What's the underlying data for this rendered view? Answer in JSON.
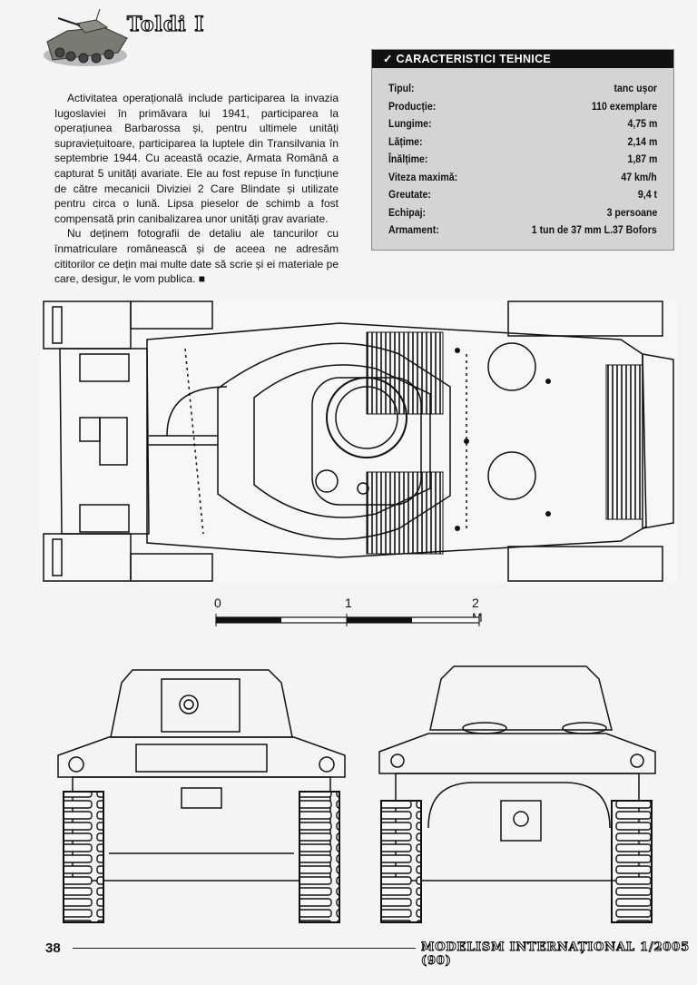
{
  "header": {
    "title": "Toldi I"
  },
  "intro": {
    "p1": "Activitatea operațională include participarea la invazia Iugoslaviei în primăvara lui 1941, participarea la operațiunea Barbarossa și, pentru ultimele unități supraviețuitoare, participarea la luptele din Transilvania în septembrie 1944. Cu această ocazie, Armata Română a capturat 5 unități avariate. Ele au fost repuse în funcțiune de către mecanicii Diviziei 2 Care Blindate și utilizate pentru circa o lună. Lipsa pieselor de schimb a fost compensată prin canibalizarea unor unități grav avariate.",
    "p2": "Nu deținem fotografii de detaliu ale tancurilor cu înmatriculare românească și de aceea ne adresăm cititorilor ce dețin mai multe date să scrie și ei materiale pe care, desigur, le vom publica. ■"
  },
  "specs": {
    "heading": "✓ CARACTERISTICI TEHNICE",
    "rows": [
      {
        "label": "Tipul:",
        "value": "tanc ușor"
      },
      {
        "label": "Producție:",
        "value": "110 exemplare"
      },
      {
        "label": "Lungime:",
        "value": "4,75 m"
      },
      {
        "label": "Lățime:",
        "value": "2,14 m"
      },
      {
        "label": "Înălțime:",
        "value": "1,87 m"
      },
      {
        "label": "Viteza maximă:",
        "value": "47 km/h"
      },
      {
        "label": "Greutate:",
        "value": "9,4 t"
      },
      {
        "label": "Echipaj:",
        "value": "3 persoane"
      },
      {
        "label": "Armament:",
        "value": "1 tun de 37 mm L.37 Bofors"
      }
    ]
  },
  "scale": {
    "zero": "0",
    "one": "1",
    "two": "2 M"
  },
  "footer": {
    "page": "38",
    "magazine": "MODELISM INTERNAȚIONAL 1/2005 (90)"
  }
}
